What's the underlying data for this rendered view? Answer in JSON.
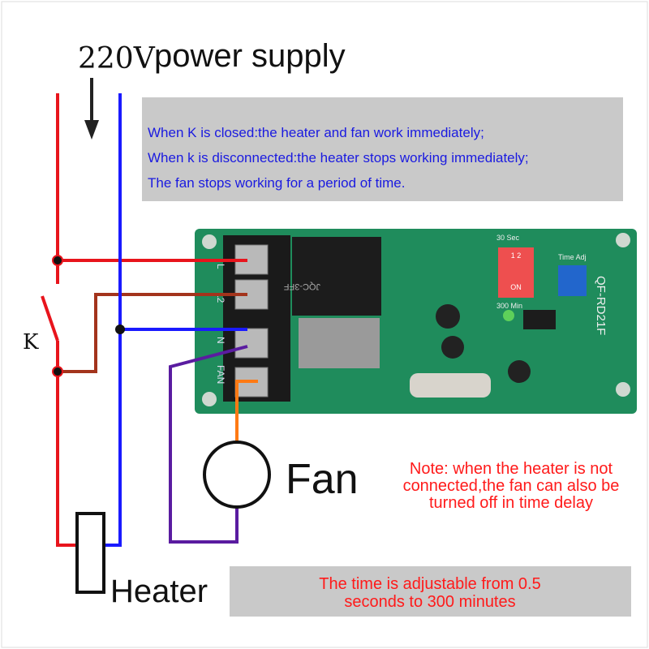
{
  "title": {
    "voltage": "220V",
    "label": "power supply"
  },
  "info_box": {
    "lines": [
      "When K is closed:the heater and fan work immediately;",
      "When k is disconnected:the heater stops working immediately;",
      "The fan stops working for a period of time."
    ]
  },
  "switch_label": "K",
  "fan_label": "Fan",
  "heater_label": "Heater",
  "note": {
    "lines": [
      "Note: when the heater is not",
      "connected,the fan can also be",
      "turned off in time delay"
    ]
  },
  "time_box": {
    "lines": [
      "The time is adjustable from 0.5",
      "seconds to 300 minutes"
    ]
  },
  "board": {
    "terminals": [
      "L",
      "L2",
      "N",
      "FAN"
    ],
    "model": "QF-RD21F",
    "relay_text": "JQC-3FF",
    "time_adj": "Time Adj",
    "sec_label": "30 Sec",
    "min_label": "300 Min",
    "dip_on": "ON",
    "dip_numbers": "1 2"
  },
  "colors": {
    "live": "#e8141c",
    "neutral": "#1a1aff",
    "switched": "#a3341c",
    "fan_wire": "#5a1ca0",
    "fan_live": "#ff7a14",
    "board": "#1f8c5c",
    "info_text": "#1a1ae0",
    "note_text": "#ff1a1a",
    "box_bg": "#c9c9c9"
  }
}
